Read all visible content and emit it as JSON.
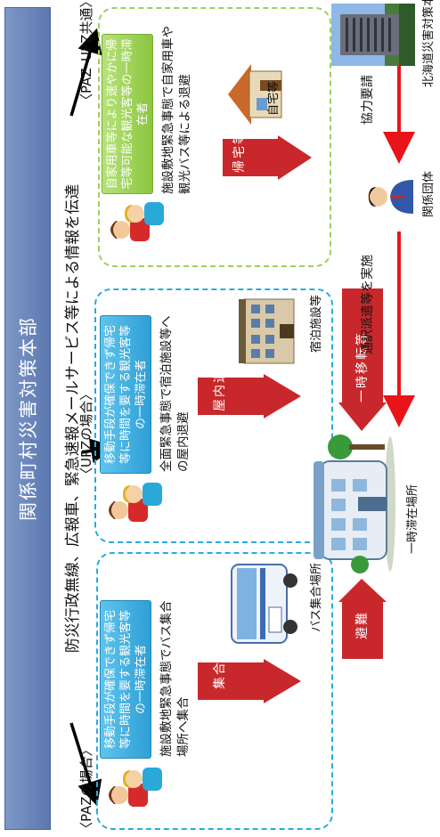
{
  "header": {
    "title": "関係町村災害対策本部"
  },
  "notice": "防災行政無線、広報車、緊急速報メールサービス等による情報を伝達",
  "zones": {
    "paz": "〈PAZの場合〉",
    "upz": "〈UPZの場合〉",
    "paz_upz": "〈PAZ･UPZ共通〉"
  },
  "groups": [
    {
      "tag": "移動手段が確保できず帰宅等に時間を要する観光客等の一時滞在者",
      "desc": "施設敷地緊急事態でバス集合場所へ集合",
      "arrow": "集合",
      "dest": "バス集合場所"
    },
    {
      "tag": "移動手段が確保できず帰宅等に時間を要する観光客等の一時滞在者",
      "desc": "全面緊急事態で宿泊施設等への屋内退避",
      "arrow": "屋内退避",
      "dest": "宿泊施設等"
    },
    {
      "tag": "自家用車等により速やかに帰宅等可能な観光客等の一時滞在者",
      "desc": "施設敷地緊急事態で自家用車や観光バス等による退避",
      "arrow": "帰宅等",
      "dest": "自宅等"
    }
  ],
  "lower": {
    "evacuate": "避難",
    "relocate": "一時移転等",
    "temp_place": "一時滞在場所",
    "dispatch": "通訳派遣等を実施",
    "org": "関係団体",
    "request": "協力要請",
    "hq": "北海道災害対策本部"
  },
  "colors": {
    "banner": "#6b86bb",
    "dash_blue": "#29aadf",
    "dash_green": "#9fd05c",
    "tag_blue": "#3aa9dc",
    "tag_green": "#8cc63f",
    "arrow_red": "#c8282b",
    "line_red": "#e8141a"
  },
  "icons": {
    "people": "people-icon",
    "bus": "bus-icon",
    "hotel": "hotel-building-icon",
    "house": "house-icon",
    "temp_building": "temporary-shelter-building-icon",
    "staff": "staff-person-icon",
    "hq_photo": "hokkaido-hq-building-photo"
  }
}
